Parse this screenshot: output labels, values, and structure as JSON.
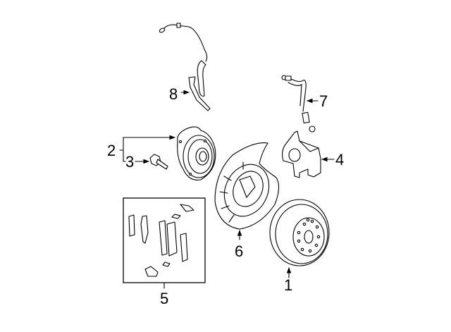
{
  "diagram": {
    "callouts": [
      {
        "number": "1",
        "part": "rotor"
      },
      {
        "number": "2",
        "part": "hub-assembly"
      },
      {
        "number": "3",
        "part": "hub-bolt"
      },
      {
        "number": "4",
        "part": "caliper"
      },
      {
        "number": "5",
        "part": "brake-pad-kit"
      },
      {
        "number": "6",
        "part": "backing-plate"
      },
      {
        "number": "7",
        "part": "brake-hose"
      },
      {
        "number": "8",
        "part": "abs-sensor"
      }
    ],
    "colors": {
      "line": "#000000",
      "background": "#ffffff"
    }
  }
}
